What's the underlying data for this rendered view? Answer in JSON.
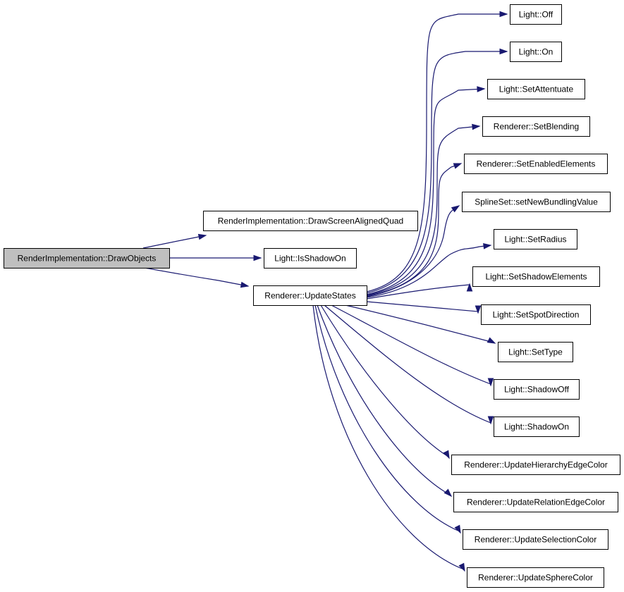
{
  "graph": {
    "edge_color": "#191970",
    "root_fill": "#bfbfbf",
    "nodes": [
      {
        "id": "root",
        "label": "RenderImplementation::DrawObjects",
        "root": true
      },
      {
        "id": "dsaq",
        "label": "RenderImplementation::DrawScreenAlignedQuad"
      },
      {
        "id": "isshadow",
        "label": "Light::IsShadowOn"
      },
      {
        "id": "updatestates",
        "label": "Renderer::UpdateStates"
      },
      {
        "id": "off",
        "label": "Light::Off"
      },
      {
        "id": "on",
        "label": "Light::On"
      },
      {
        "id": "setattenuate",
        "label": "Light::SetAttentuate"
      },
      {
        "id": "setblending",
        "label": "Renderer::SetBlending"
      },
      {
        "id": "setenabled",
        "label": "Renderer::SetEnabledElements"
      },
      {
        "id": "splineset",
        "label": "SplineSet::setNewBundlingValue"
      },
      {
        "id": "setradius",
        "label": "Light::SetRadius"
      },
      {
        "id": "setshadowelements",
        "label": "Light::SetShadowElements"
      },
      {
        "id": "setspotdirection",
        "label": "Light::SetSpotDirection"
      },
      {
        "id": "settype",
        "label": "Light::SetType"
      },
      {
        "id": "shadowoff",
        "label": "Light::ShadowOff"
      },
      {
        "id": "shadowon",
        "label": "Light::ShadowOn"
      },
      {
        "id": "hierarchyedge",
        "label": "Renderer::UpdateHierarchyEdgeColor"
      },
      {
        "id": "relationedge",
        "label": "Renderer::UpdateRelationEdgeColor"
      },
      {
        "id": "selectioncolor",
        "label": "Renderer::UpdateSelectionColor"
      },
      {
        "id": "spherecolor",
        "label": "Renderer::UpdateSphereColor"
      }
    ],
    "edges": [
      {
        "from": "root",
        "to": "dsaq"
      },
      {
        "from": "root",
        "to": "isshadow"
      },
      {
        "from": "root",
        "to": "updatestates"
      },
      {
        "from": "updatestates",
        "to": "off"
      },
      {
        "from": "updatestates",
        "to": "on"
      },
      {
        "from": "updatestates",
        "to": "setattenuate"
      },
      {
        "from": "updatestates",
        "to": "setblending"
      },
      {
        "from": "updatestates",
        "to": "setenabled"
      },
      {
        "from": "updatestates",
        "to": "splineset"
      },
      {
        "from": "updatestates",
        "to": "setradius"
      },
      {
        "from": "updatestates",
        "to": "setshadowelements"
      },
      {
        "from": "updatestates",
        "to": "setspotdirection"
      },
      {
        "from": "updatestates",
        "to": "settype"
      },
      {
        "from": "updatestates",
        "to": "shadowoff"
      },
      {
        "from": "updatestates",
        "to": "shadowon"
      },
      {
        "from": "updatestates",
        "to": "hierarchyedge"
      },
      {
        "from": "updatestates",
        "to": "relationedge"
      },
      {
        "from": "updatestates",
        "to": "selectioncolor"
      },
      {
        "from": "updatestates",
        "to": "spherecolor"
      }
    ]
  }
}
